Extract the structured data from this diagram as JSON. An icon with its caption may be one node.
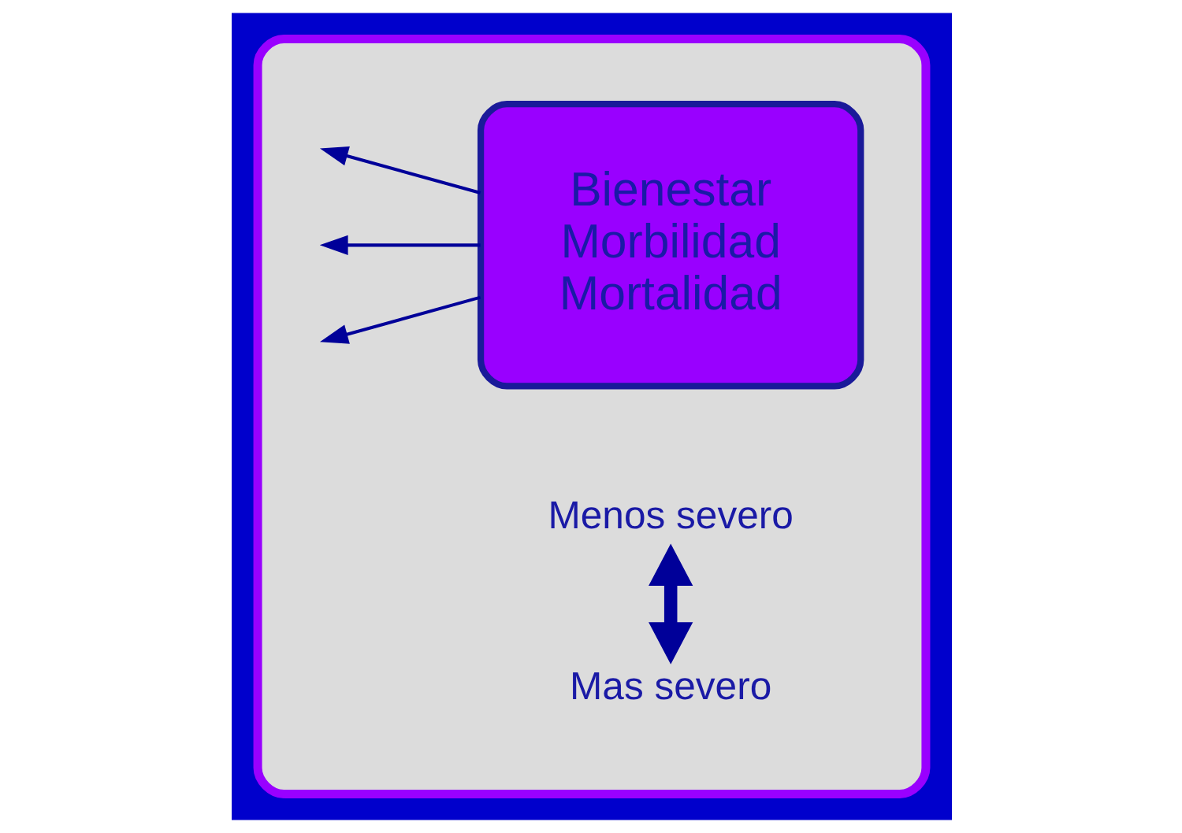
{
  "diagram": {
    "nodes": [
      {
        "text": [],
        "shape": "box"
      },
      {
        "text": [
          "Bienestar",
          "Morbilidad",
          "Mortalidad"
        ],
        "in": 0
      },
      {
        "text": [
          "Mas severo"
        ],
        "in": 0
      },
      {
        "text": [
          "Menos severo"
        ],
        "in": 0
      }
    ],
    "edges": [
      {
        "from": 1,
        "to": null,
        "arrow": "to"
      },
      {
        "from": 1,
        "to": null,
        "arrow": "to"
      },
      {
        "from": 1,
        "to": null,
        "arrow": "to"
      },
      {
        "from": 2,
        "to": 3,
        "arrow": "both",
        "style": "thick"
      }
    ]
  }
}
